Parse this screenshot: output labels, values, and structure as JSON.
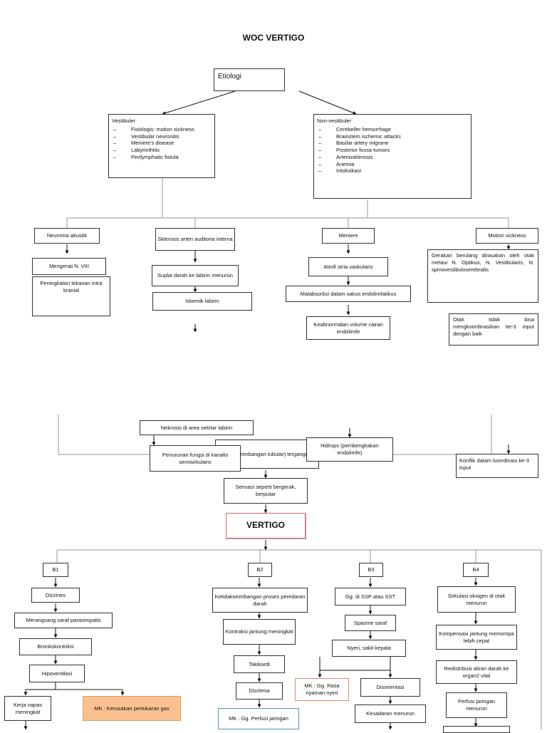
{
  "title": "WOC VERTIGO",
  "etiologi": "Etiologi",
  "vestibuler": {
    "heading": "Vestibuler",
    "items": [
      "Fisiologis: motion sickness",
      "Vestibular neuronitis",
      "Meniere's disease",
      "Labyrinthitis",
      "Perilymphatic fistula"
    ]
  },
  "non_vestibuler": {
    "heading": "Non-vestibuler",
    "items": [
      "Cerebeller hemorrhage",
      "Brainstem ischemic attacks",
      "Basilar artery migrane",
      "Posterior fossa tumors",
      "Arteriosklerosis",
      "Anemia",
      "Intoksikasi"
    ]
  },
  "col1": {
    "neuroma": "Neuroma akustik",
    "n8": "Mengenai N. VIII",
    "tekanan": "Peningkatan tekanan intra kranial"
  },
  "col2": {
    "sklerosis": "Sklerosis arteri auditoria interna",
    "suplai": "Suplai darah ke labirin menurun",
    "iskemik": "Iskemik labirin"
  },
  "col3": {
    "meniere": "Meniere",
    "atrofi": "Atrofi stria vaskularis",
    "malabsorbsi": "Malabsorbsi dalam sakus endolimfatikus",
    "keabnormalan": "Keabnormalan volume cairan endolimfe"
  },
  "col4": {
    "motion": "Motion sickness",
    "gerakan": "Gerakan berulang dirasakan oleh otak melaui N. Optikus, N. Vestibularis, N. spinovestibuloserebralis",
    "otak": "Otak tidak bisa mengkoordinasikan ke-3 input dengan baik"
  },
  "mid": {
    "nekrosis": "Nekrosis di area sekitar labirin",
    "penurunan": "Penurunan fungsi di kanalis semisirkularis",
    "keseimbangan": "keseimbangan tubular) terganggu",
    "hidrops": "Hidrops (pembengkakan endolimfe)",
    "konflik": "Konflik dalam koordinasi ke-3 input",
    "sensasi": "Sensasi seperti bergerak, berputar",
    "vertigo": "VERTIGO"
  },
  "b_labels": [
    "B1",
    "B2",
    "B3",
    "B4"
  ],
  "b1": {
    "dizzines": "Dizzines",
    "merangsang": "Merangsang saraf parasimpatis",
    "bronko": "Bronkokontriksi",
    "hipo": "Hipoventilasi",
    "kerja": "Kerja napas meningkat",
    "mk": "MK : Kerusakan pertukaran gas"
  },
  "b2": {
    "ketidak": "Ketidakseimbangan proses peredaran darah",
    "kontraksi": "Kontraksi jantung meningkat",
    "takikardi": "Takikardi",
    "disritmia": "Disritmia",
    "mk": "MK : Gg. Perfusi jaringan"
  },
  "b3": {
    "ssp": "Gg. di SSP atau SST",
    "spasme": "Spasme saraf",
    "nyeri": "Nyeri, sakit kepala",
    "mk": "MK : Gg. Rasa nyaman nyeri",
    "disorientasi": "Disorientasi",
    "kesadaran": "Kesadaran menurun"
  },
  "b4": {
    "sirkulasi": "Sirkulasi oksigen di otak menurun",
    "kompensasi": "Kompensasi jantung memompa lebih cepat",
    "redistribusi": "Redistribusi aliran darah ke organ2 vital",
    "perfusi": "Perfusi jaringan menurun"
  }
}
